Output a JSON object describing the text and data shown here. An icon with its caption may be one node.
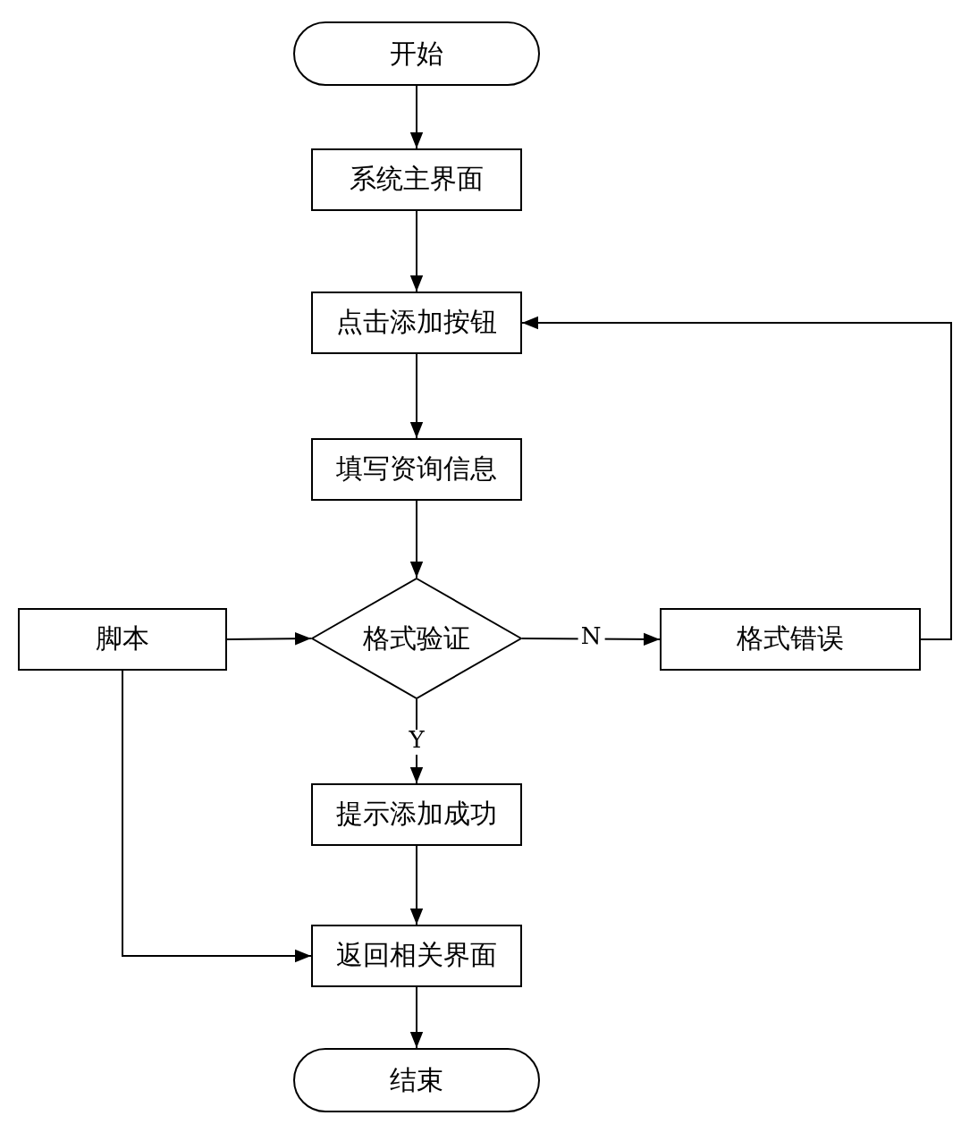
{
  "diagram": {
    "nodes": [
      {
        "text": [
          "开始"
        ]
      },
      {
        "text": [
          "系统主界面"
        ]
      },
      {
        "text": [
          "点击添加按钮"
        ]
      },
      {
        "text": [
          "填写资询信息"
        ]
      },
      {
        "text": [
          "格式验证"
        ]
      },
      {
        "text": [
          "脚本"
        ]
      },
      {
        "text": [
          "格式错误"
        ]
      },
      {
        "text": [
          "提示添加成功"
        ]
      },
      {
        "text": [
          "返回相关界面"
        ]
      },
      {
        "text": [
          "结束"
        ]
      }
    ],
    "edges": [
      {
        "from": 0,
        "to": 1,
        "arrow": "to"
      },
      {
        "from": 1,
        "to": 2,
        "arrow": "to"
      },
      {
        "from": 2,
        "to": 3,
        "arrow": "to"
      },
      {
        "from": 3,
        "to": 4,
        "arrow": "to"
      },
      {
        "from": 5,
        "to": 4,
        "arrow": "to"
      },
      {
        "from": 4,
        "to": 6,
        "arrow": "to",
        "label": "N"
      },
      {
        "from": 6,
        "to": 2,
        "arrow": "to"
      },
      {
        "from": 4,
        "to": 7,
        "arrow": "to",
        "label": "Y"
      },
      {
        "from": 7,
        "to": 8,
        "arrow": "to"
      },
      {
        "from": 5,
        "to": 8,
        "arrow": "to"
      },
      {
        "from": 8,
        "to": 9,
        "arrow": "to"
      }
    ]
  }
}
